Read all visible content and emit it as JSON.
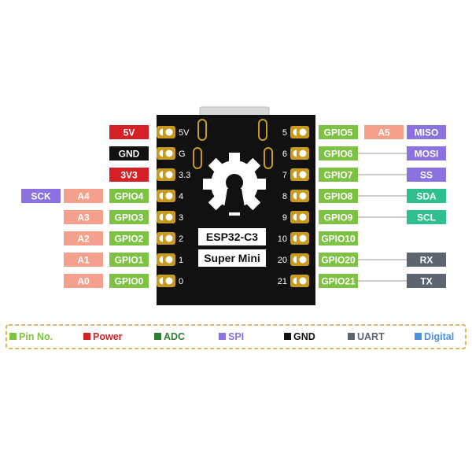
{
  "colors": {
    "gpio": "#7dc243",
    "power": "#d42027",
    "gnd": "#111111",
    "adc": "#f5a08c",
    "spi": "#8b72e0",
    "i2c": "#2fbf8f",
    "uart": "#5c6470",
    "board": "#111111",
    "pad": "#c89b1e",
    "usb": "#d8d8d8",
    "logo": "#ffffff",
    "legend_border": "#e2b84a"
  },
  "board": {
    "name_line1": "ESP32-C3",
    "name_line2": "Super Mini"
  },
  "left_pins": [
    {
      "silk": "5V",
      "labels": [
        {
          "text": "5V",
          "kind": "power"
        }
      ]
    },
    {
      "silk": "G",
      "labels": [
        {
          "text": "GND",
          "kind": "gnd"
        }
      ]
    },
    {
      "silk": "3.3",
      "labels": [
        {
          "text": "3V3",
          "kind": "power"
        }
      ]
    },
    {
      "silk": "4",
      "labels": [
        {
          "text": "GPIO4",
          "kind": "gpio"
        },
        {
          "text": "A4",
          "kind": "adc"
        },
        {
          "text": "SCK",
          "kind": "spi"
        }
      ]
    },
    {
      "silk": "3",
      "labels": [
        {
          "text": "GPIO3",
          "kind": "gpio"
        },
        {
          "text": "A3",
          "kind": "adc"
        }
      ]
    },
    {
      "silk": "2",
      "labels": [
        {
          "text": "GPIO2",
          "kind": "gpio"
        },
        {
          "text": "A2",
          "kind": "adc"
        }
      ]
    },
    {
      "silk": "1",
      "labels": [
        {
          "text": "GPIO1",
          "kind": "gpio"
        },
        {
          "text": "A1",
          "kind": "adc"
        }
      ]
    },
    {
      "silk": "0",
      "labels": [
        {
          "text": "GPIO0",
          "kind": "gpio"
        },
        {
          "text": "A0",
          "kind": "adc"
        }
      ]
    }
  ],
  "right_pins": [
    {
      "silk": "5",
      "labels": [
        {
          "text": "GPIO5",
          "kind": "gpio"
        },
        {
          "text": "A5",
          "kind": "adc"
        },
        {
          "text": "MISO",
          "kind": "spi"
        }
      ]
    },
    {
      "silk": "6",
      "labels": [
        {
          "text": "GPIO6",
          "kind": "gpio"
        },
        {
          "text": "MOSI",
          "kind": "spi"
        }
      ]
    },
    {
      "silk": "7",
      "labels": [
        {
          "text": "GPIO7",
          "kind": "gpio"
        },
        {
          "text": "SS",
          "kind": "spi"
        }
      ]
    },
    {
      "silk": "8",
      "labels": [
        {
          "text": "GPIO8",
          "kind": "gpio"
        },
        {
          "text": "SDA",
          "kind": "i2c"
        }
      ]
    },
    {
      "silk": "9",
      "labels": [
        {
          "text": "GPIO9",
          "kind": "gpio"
        },
        {
          "text": "SCL",
          "kind": "i2c"
        }
      ]
    },
    {
      "silk": "10",
      "labels": [
        {
          "text": "GPIO10",
          "kind": "gpio"
        }
      ]
    },
    {
      "silk": "20",
      "labels": [
        {
          "text": "GPIO20",
          "kind": "gpio"
        },
        {
          "text": "RX",
          "kind": "uart"
        }
      ]
    },
    {
      "silk": "21",
      "labels": [
        {
          "text": "GPIO21",
          "kind": "gpio"
        },
        {
          "text": "TX",
          "kind": "uart"
        }
      ]
    }
  ],
  "legend": [
    {
      "text": "Pin No.",
      "color": "#7dc243"
    },
    {
      "text": "Power",
      "color": "#d42027"
    },
    {
      "text": "ADC",
      "color": "#2e7d32"
    },
    {
      "text": "SPI",
      "color": "#8b72e0"
    },
    {
      "text": "GND",
      "color": "#111111"
    },
    {
      "text": "UART",
      "color": "#5c6470"
    },
    {
      "text": "Digital",
      "color": "#4a8fe0"
    }
  ]
}
